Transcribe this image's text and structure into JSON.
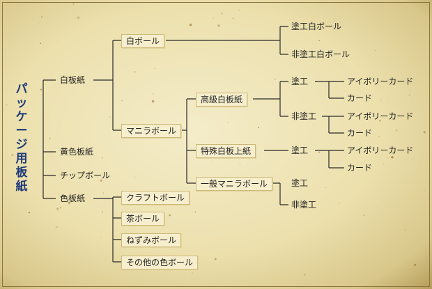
{
  "root": {
    "label": "パッケージ用板紙"
  },
  "categories": {
    "hakuban": "白板紙",
    "kiiro": "黄色板紙",
    "chip": "チップボール",
    "iro": "色板紙"
  },
  "hakuban_children": {
    "shiro_ball": "白ボール",
    "manila": "マニラボール"
  },
  "shiro_ball_children": {
    "coated": "塗工白ボール",
    "uncoated": "非塗工白ボール"
  },
  "manila_children": {
    "koukyuu": "高級白板紙",
    "tokushu": "特殊白板上紙",
    "ippan": "一般マニラボール"
  },
  "koukyuu_children": {
    "coated": "塗工",
    "uncoated": "非塗工",
    "coated_ivory": "アイボリーカード",
    "coated_card": "カード",
    "uncoated_ivory": "アイボリーカード",
    "uncoated_card": "カード"
  },
  "tokushu_children": {
    "coated": "塗工",
    "ivory": "アイボリーカード",
    "card": "カード"
  },
  "ippan_children": {
    "coated": "塗工",
    "uncoated": "非塗工"
  },
  "iro_children": {
    "craft": "クラフトボール",
    "cha": "茶ボール",
    "nezumi": "ねずみボール",
    "other": "その他の色ボール"
  }
}
